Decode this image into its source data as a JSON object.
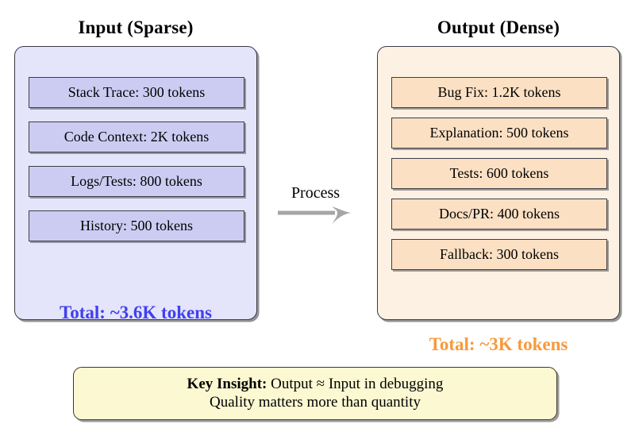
{
  "diagram": {
    "title_left": "Input (Sparse)",
    "title_right": "Output (Dense)",
    "process": {
      "label": "Process",
      "arrow_icon": "right-arrow-icon",
      "arrow_color": "#a6a6a6"
    },
    "input": {
      "panel_color": "#e4e4fb",
      "item_color": "#ccccf3",
      "items": [
        {
          "label": "Stack Trace: 300 tokens",
          "tokens": 300
        },
        {
          "label": "Code Context: 2K tokens",
          "tokens": 2000
        },
        {
          "label": "Logs/Tests: 800 tokens",
          "tokens": 800
        },
        {
          "label": "History: 500 tokens",
          "tokens": 500
        }
      ],
      "total": "Total: ~3.6K tokens",
      "total_color": "#4040ef"
    },
    "output": {
      "panel_color": "#fdf1e4",
      "item_color": "#fce0c4",
      "items": [
        {
          "label": "Bug Fix: 1.2K tokens",
          "tokens": 1200
        },
        {
          "label": "Explanation: 500 tokens",
          "tokens": 500
        },
        {
          "label": "Tests: 600 tokens",
          "tokens": 600
        },
        {
          "label": "Docs/PR: 400 tokens",
          "tokens": 400
        },
        {
          "label": "Fallback: 300 tokens",
          "tokens": 300
        }
      ],
      "total": "Total: ~3K tokens",
      "total_color": "#f79a3c"
    },
    "key_insight": {
      "prefix": "Key Insight:",
      "line1_rest": " Output ≈ Input in debugging",
      "line2": "Quality matters more than quantity",
      "box_color": "#fbf8d2"
    }
  }
}
